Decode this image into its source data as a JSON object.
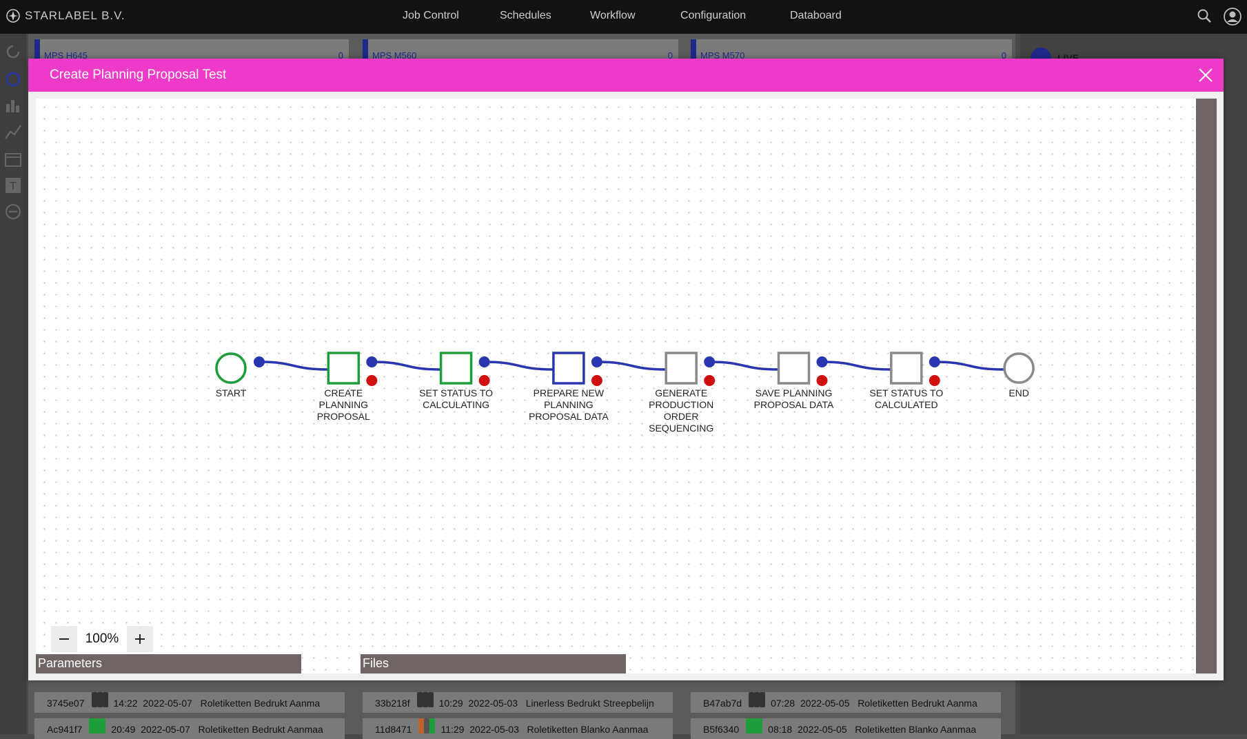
{
  "brand": {
    "name": "STARLABEL B.V."
  },
  "nav": {
    "items": [
      {
        "label": "Job Control"
      },
      {
        "label": "Schedules"
      },
      {
        "label": "Workflow"
      },
      {
        "label": "Configuration"
      },
      {
        "label": "Databoard"
      }
    ],
    "icons": [
      "search-icon",
      "user-icon"
    ]
  },
  "background": {
    "cards": [
      {
        "label": "MPS H645",
        "count": "0"
      },
      {
        "label": "MPS M560",
        "count": "0"
      },
      {
        "label": "MPS M570",
        "count": "0"
      }
    ],
    "live_label": "LIVE",
    "rows": [
      {
        "id": "3745e07",
        "time": "14:22",
        "date": "2022-05-07",
        "desc": "Roletiketten Bedrukt Aanma"
      },
      {
        "id": "33b218f",
        "time": "10:29",
        "date": "2022-05-03",
        "desc": "Linerless Bedrukt Streepbelijn"
      },
      {
        "id": "B47ab7d",
        "time": "07:28",
        "date": "2022-05-05",
        "desc": "Roletiketten Bedrukt Aanma"
      },
      {
        "id": "Ac941f7",
        "time": "20:49",
        "date": "2022-05-07",
        "desc": "Roletiketten Bedrukt Aanmaa"
      },
      {
        "id": "11d8471",
        "time": "11:29",
        "date": "2022-05-03",
        "desc": "Roletiketten Blanko Aanmaa"
      },
      {
        "id": "B5f6340",
        "time": "08:18",
        "date": "2022-05-05",
        "desc": "Roletiketten Blanko Aanmaa"
      }
    ]
  },
  "modal": {
    "title": "Create Planning Proposal Test",
    "zoom": "100%",
    "tabs": [
      {
        "label": "Parameters"
      },
      {
        "label": "Files"
      }
    ],
    "colors": {
      "header": "#ee3ac8",
      "complete": "#1e9e3a",
      "active": "#2a36b0",
      "pending": "#8a8a8a",
      "output": "#2a36b0",
      "error": "#d01010"
    }
  },
  "workflow": {
    "nodes": [
      {
        "label": "START",
        "shape": "circle",
        "state": "complete"
      },
      {
        "label": "CREATE PLANNING PROPOSAL",
        "shape": "square",
        "state": "complete"
      },
      {
        "label": "SET STATUS TO CALCULATING",
        "shape": "square",
        "state": "complete"
      },
      {
        "label": "PREPARE NEW PLANNING PROPOSAL DATA",
        "shape": "square",
        "state": "active"
      },
      {
        "label": "GENERATE PRODUCTION ORDER SEQUENCING",
        "shape": "square",
        "state": "pending"
      },
      {
        "label": "SAVE PLANNING PROPOSAL DATA",
        "shape": "square",
        "state": "pending"
      },
      {
        "label": "SET STATUS TO CALCULATED",
        "shape": "square",
        "state": "pending"
      },
      {
        "label": "END",
        "shape": "circle",
        "state": "pending"
      }
    ]
  }
}
